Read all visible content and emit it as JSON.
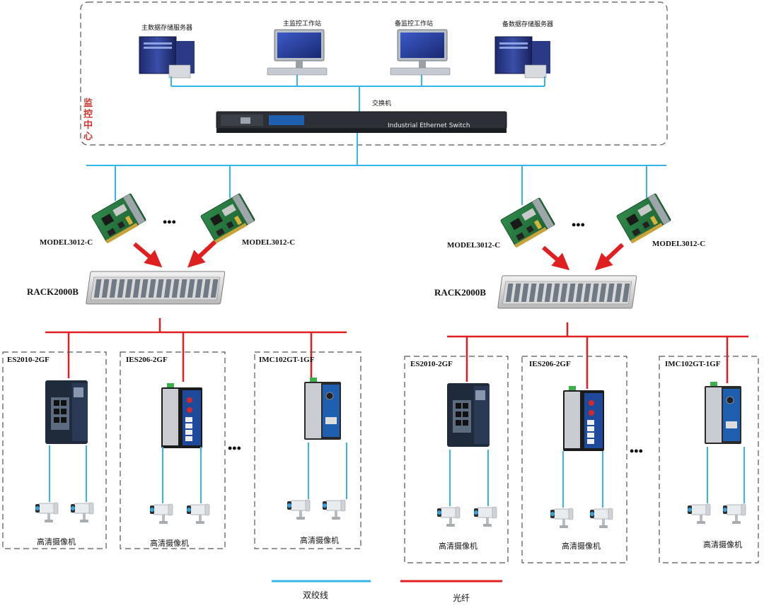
{
  "control_center": {
    "label": "监\n控\n中\n心",
    "main_storage_server": "主数据存储服务器",
    "main_workstation": "主监控工作站",
    "backup_workstation": "备监控工作站",
    "backup_storage_server": "备数据存储服务器",
    "switch_label": "交换机",
    "switch_panel_text": "Industrial Ethernet Switch"
  },
  "left_branch": {
    "card_left": "MODEL3012-C",
    "card_right": "MODEL3012-C",
    "dots": "•••",
    "rack": "RACK2000B",
    "groups": [
      {
        "model": "ES2010-2GF",
        "camera_label": "高清摄像机"
      },
      {
        "model": "IES206-2GF",
        "camera_label": "高清摄像机"
      },
      {
        "model": "IMC102GT-1GF",
        "camera_label": "高清摄像机"
      }
    ],
    "group_dots": "•••"
  },
  "right_branch": {
    "card_left": "MODEL3012-C",
    "card_right": "MODEL3012-C",
    "dots": "•••",
    "rack": "RACK2000B",
    "groups": [
      {
        "model": "ES2010-2GF",
        "camera_label": "高清摄像机"
      },
      {
        "model": "IES206-2GF",
        "camera_label": "高清摄像机"
      },
      {
        "model": "IMC102GT-1GF",
        "camera_label": "高清摄像机"
      }
    ],
    "group_dots": "•••"
  },
  "legend": {
    "twisted_pair": "双绞线",
    "fiber": "光纤",
    "twisted_pair_color": "#35b6e6",
    "fiber_color": "#e02020"
  }
}
